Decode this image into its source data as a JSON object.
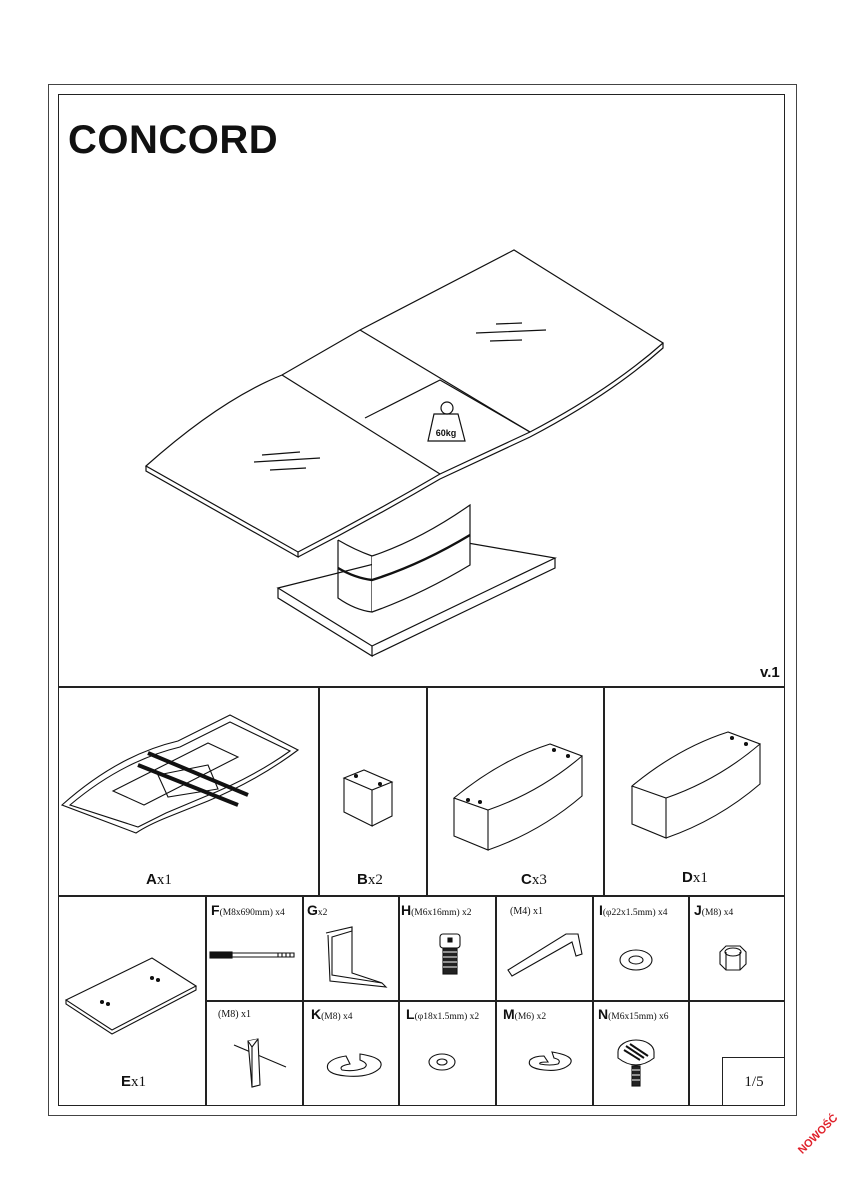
{
  "title": "CONCORD",
  "version": "v.1",
  "load_capacity": "60kg",
  "page": "1/5",
  "stamp": "NOWOŚĆ",
  "parts": {
    "A": {
      "letter": "A",
      "qty": "x1"
    },
    "B": {
      "letter": "B",
      "qty": "x2"
    },
    "C": {
      "letter": "C",
      "qty": "x3"
    },
    "D": {
      "letter": "D",
      "qty": "x1"
    },
    "E": {
      "letter": "E",
      "qty": "x1"
    },
    "F": {
      "letter": "F",
      "spec": "(M8x690mm) x4"
    },
    "G": {
      "letter": "G",
      "spec": "x2"
    },
    "H": {
      "letter": "H",
      "spec": "(M6x16mm) x2"
    },
    "hex_key": {
      "spec": "(M4) x1"
    },
    "I": {
      "letter": "I",
      "spec": "(φ22x1.5mm) x4"
    },
    "J": {
      "letter": "J",
      "spec": "(M8) x4"
    },
    "wrench": {
      "spec": "(M8) x1"
    },
    "K": {
      "letter": "K",
      "spec": "(M8) x4"
    },
    "L": {
      "letter": "L",
      "spec": "(φ18x1.5mm) x2"
    },
    "M": {
      "letter": "M",
      "spec": "(M6) x2"
    },
    "N": {
      "letter": "N",
      "spec": "(M6x15mm) x6"
    }
  }
}
